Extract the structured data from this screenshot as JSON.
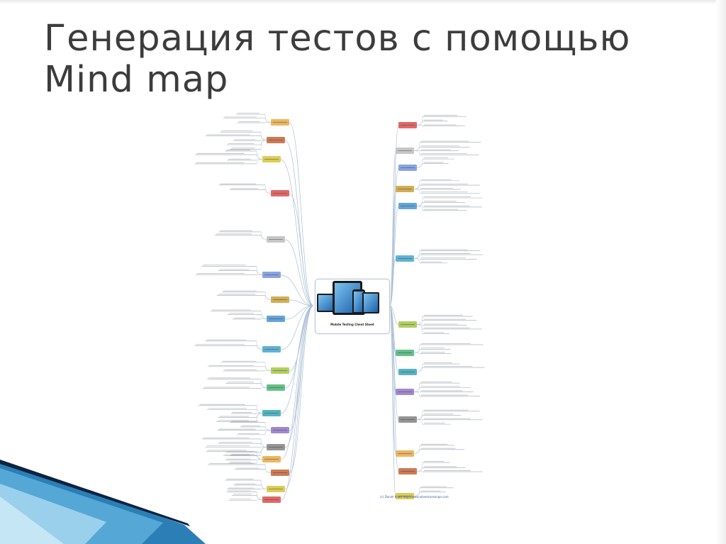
{
  "slide": {
    "title_line1": "Генерация тестов с помощью",
    "title_line2": "Mind map"
  },
  "mindmap": {
    "center_title": "Mobile Testing Cheat Sheet",
    "credit": "(c) Daniel Knott http://www.adventuresinqa.com",
    "node_colors": [
      "#e8a23a",
      "#c05a2a",
      "#d4c12a",
      "#d64541",
      "#b9b9b9",
      "#6d8fd8",
      "#c79a2a",
      "#3d8fd0",
      "#3aa0c8",
      "#9ec23a",
      "#3db06a",
      "#2aa0b0",
      "#8a6bc0",
      "#7b7b7b"
    ]
  }
}
